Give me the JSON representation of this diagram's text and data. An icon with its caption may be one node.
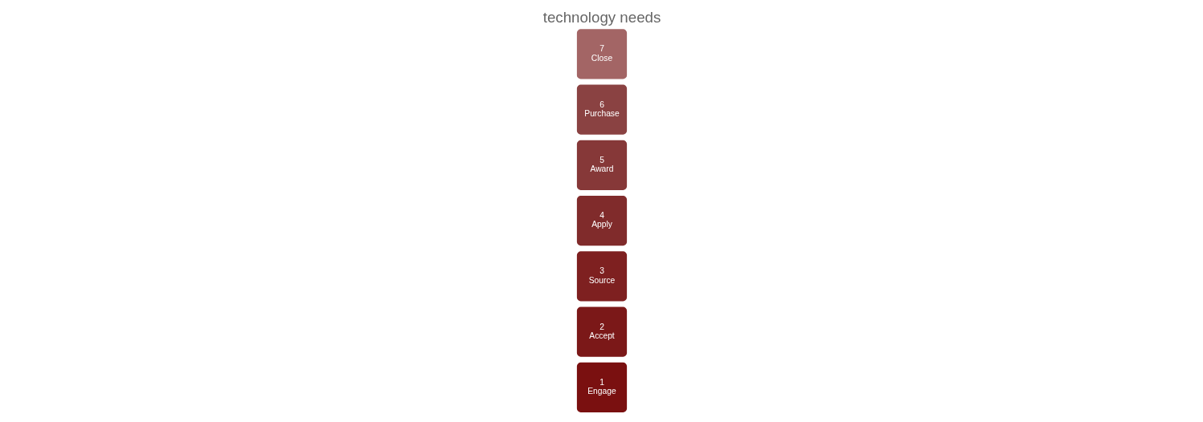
{
  "diagram": {
    "title": "technology needs",
    "nodes": [
      {
        "text": [
          "1",
          "Engage"
        ]
      },
      {
        "text": [
          "2",
          "Accept"
        ]
      },
      {
        "text": [
          "3",
          "Source"
        ]
      },
      {
        "text": [
          "4",
          "Apply"
        ]
      },
      {
        "text": [
          "5",
          "Award"
        ]
      },
      {
        "text": [
          "6",
          "Purchase"
        ]
      },
      {
        "text": [
          "7",
          "Close"
        ]
      }
    ],
    "edges": []
  }
}
